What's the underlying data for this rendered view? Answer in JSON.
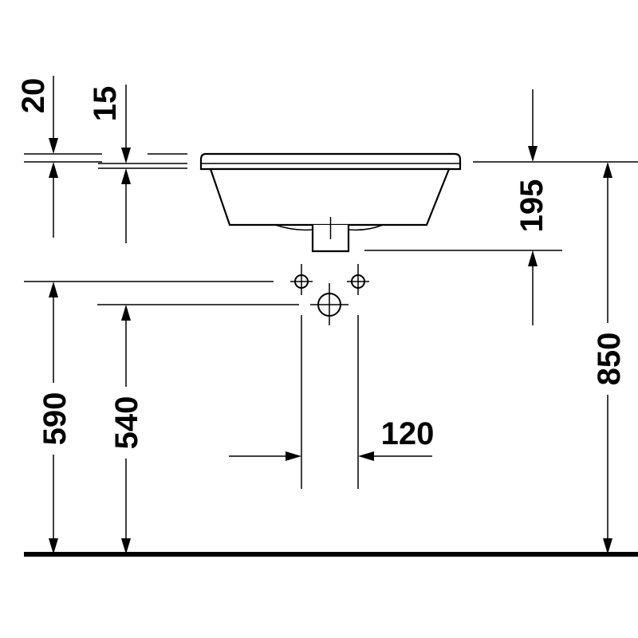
{
  "dimensions": {
    "rim_thickness": "20",
    "rim_offset": "15",
    "basin_depth": "195",
    "rim_height": "850",
    "supply_height": "590",
    "waste_height": "540",
    "supply_spacing": "120"
  },
  "colors": {
    "line": "#000000",
    "background": "#ffffff"
  }
}
